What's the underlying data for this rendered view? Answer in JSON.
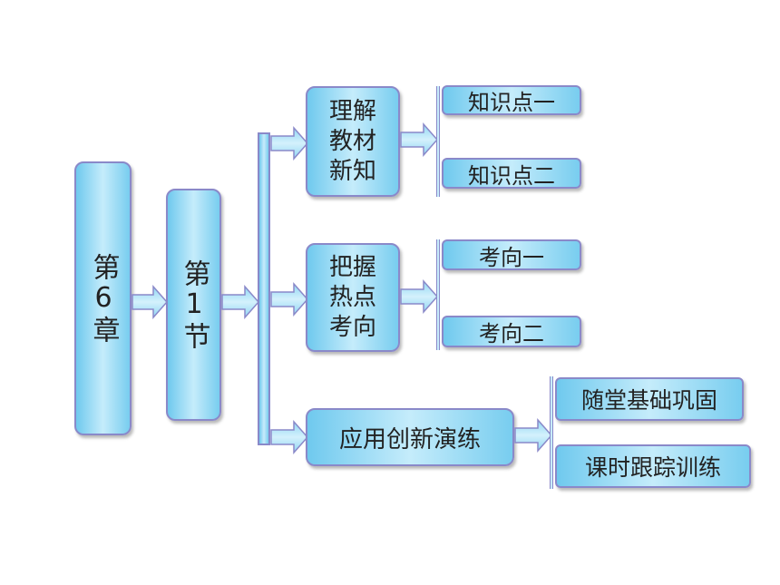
{
  "chapter": "第6章",
  "section": "第1节",
  "branches": [
    {
      "label": "理解\n教材\n新知",
      "children": [
        "知识点一",
        "知识点二"
      ]
    },
    {
      "label": "把握\n热点\n考向",
      "children": [
        "考向一",
        "考向二"
      ]
    },
    {
      "label": "应用创新演练",
      "children": [
        "随堂基础巩固",
        "课时跟踪训练"
      ]
    }
  ],
  "colors": {
    "box_fill": "#c5ecfb",
    "box_edge": "#6fc9ee",
    "border": "#8a89c9"
  }
}
